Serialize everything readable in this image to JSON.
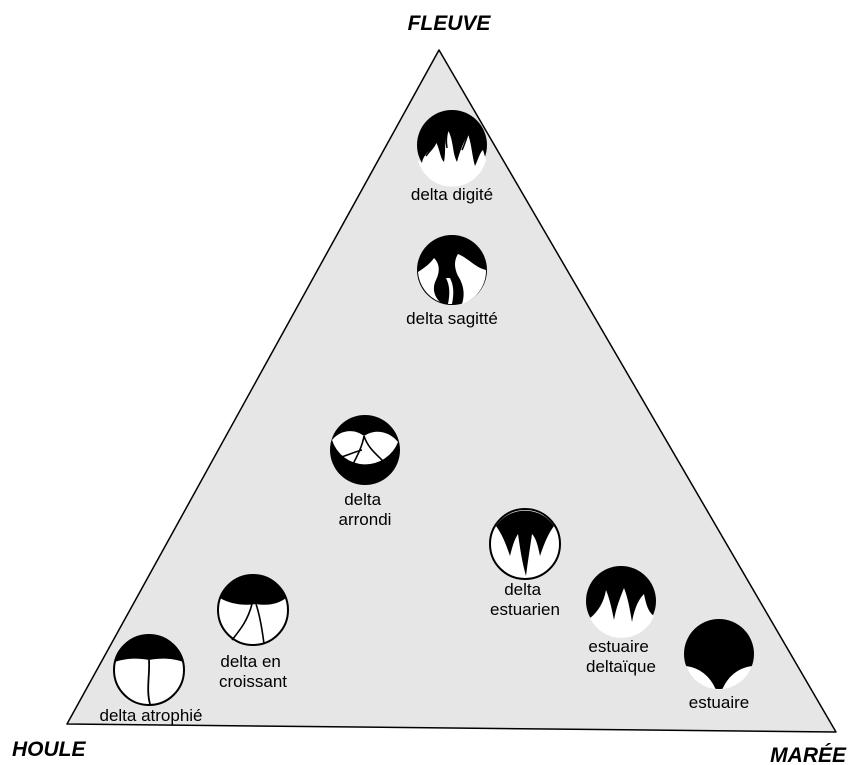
{
  "vertices": {
    "top": "FLEUVE",
    "bottom_left": "HOULE",
    "bottom_right": "MARÉE"
  },
  "deltas": [
    {
      "id": "delta-digite",
      "icon": "delta-digite-icon",
      "lines": [
        "delta digité"
      ]
    },
    {
      "id": "delta-sagitte",
      "icon": "delta-sagitte-icon",
      "lines": [
        "delta sagitté"
      ]
    },
    {
      "id": "delta-arrondi",
      "icon": "delta-arrondi-icon",
      "lines": [
        "delta",
        "arrondi"
      ]
    },
    {
      "id": "delta-estuarien",
      "icon": "delta-estuarien-icon",
      "lines": [
        "delta",
        "estuarien"
      ]
    },
    {
      "id": "delta-en-croissant",
      "icon": "delta-en-croissant-icon",
      "lines": [
        "delta en",
        "croissant"
      ]
    },
    {
      "id": "estuaire-deltaique",
      "icon": "estuaire-deltaique-icon",
      "lines": [
        "estuaire",
        "deltaïque"
      ]
    },
    {
      "id": "estuaire",
      "icon": "estuaire-icon",
      "lines": [
        "estuaire"
      ]
    },
    {
      "id": "delta-atrophie",
      "icon": "delta-atrophie-icon",
      "lines": [
        "delta atrophié"
      ]
    }
  ],
  "colors": {
    "triangle_fill": "#e6e6e6",
    "outline": "#000000",
    "icon_dark": "#000000",
    "icon_light": "#ffffff"
  }
}
